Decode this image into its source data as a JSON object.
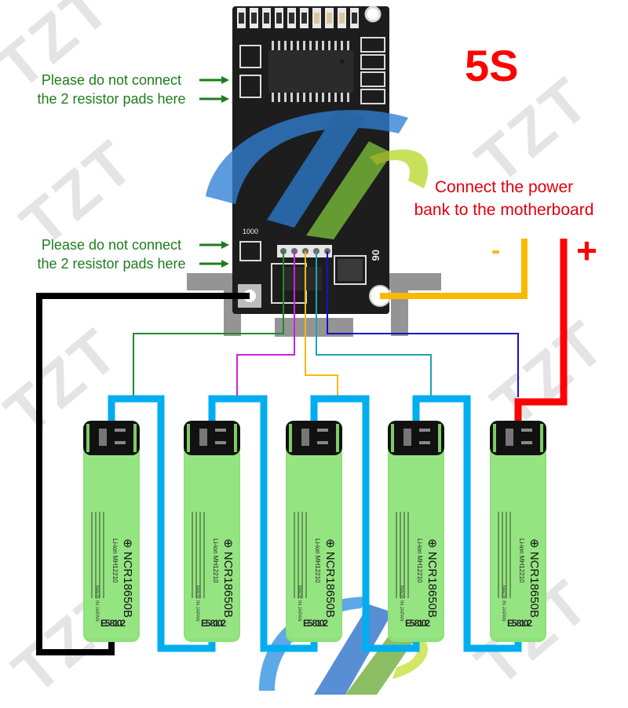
{
  "title": "5S",
  "notes": {
    "top": {
      "line1": "Please do not connect",
      "line2": "the 2 resistor pads here"
    },
    "bottom": {
      "line1": "Please do not connect",
      "line2": "the 2 resistor pads here"
    }
  },
  "power_note": {
    "line1": "Connect the power",
    "line2": "bank to the motherboard"
  },
  "polarity": {
    "minus": "-",
    "plus": "+"
  },
  "board": {
    "silkscreen_label": "06",
    "resistor_label": "1000"
  },
  "watermark": {
    "brand": "TZT"
  },
  "batteries": [
    {
      "model": "NCR18650B",
      "chem": "Li-ion",
      "code": "MH12210",
      "origin": "MADE IN JAPAN",
      "date": "E5 8102"
    },
    {
      "model": "NCR18650B",
      "chem": "Li-ion",
      "code": "MH12210",
      "origin": "MADE IN JAPAN",
      "date": "E5 8102"
    },
    {
      "model": "NCR18650B",
      "chem": "Li-ion",
      "code": "MH12210",
      "origin": "MADE IN JAPAN",
      "date": "E5 8102"
    },
    {
      "model": "NCR18650B",
      "chem": "Li-ion",
      "code": "MH12210",
      "origin": "MADE IN JAPAN",
      "date": "E5 8102"
    },
    {
      "model": "NCR18650B",
      "chem": "Li-ion",
      "code": "MH12210",
      "origin": "MADE IN JAPAN",
      "date": "E5 8102"
    }
  ],
  "colors": {
    "note_text": "#1e7d1e",
    "title": "#ff0000",
    "battery_body": "#8de07a",
    "series_link": "#00aeef",
    "negative_wire": "#000000",
    "positive_wire": "#ff0000",
    "power_minus": "#f9b900",
    "sense_wires": [
      "#1e8c2a",
      "#d21ee6",
      "#f5b90a",
      "#1fa3b3",
      "#1a0fc8"
    ]
  }
}
